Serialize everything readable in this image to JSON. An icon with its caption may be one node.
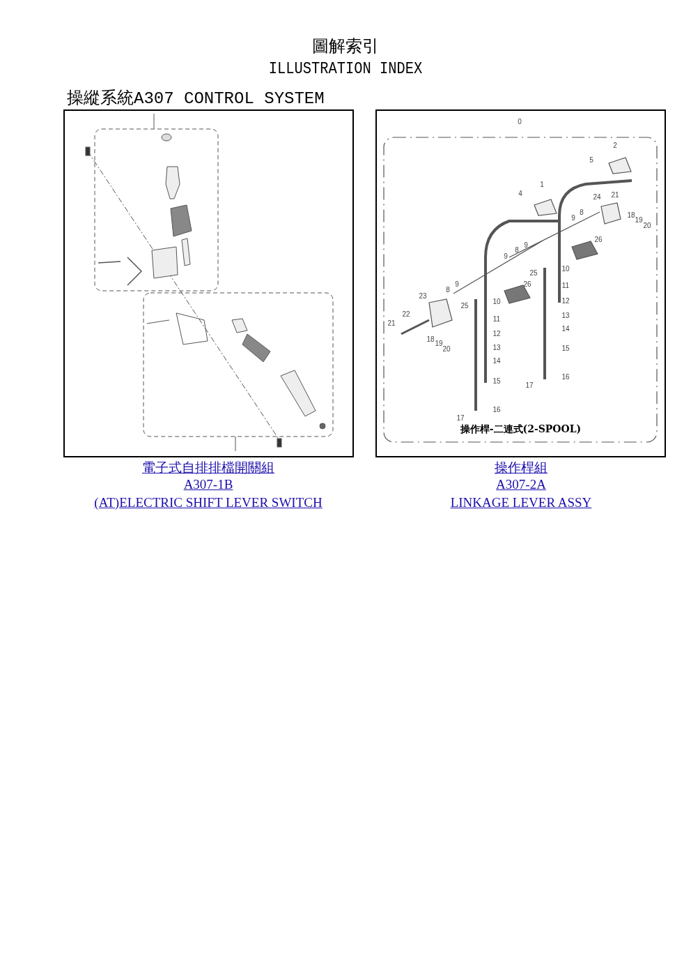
{
  "diagram": {
    "title": "圖解索引",
    "labels": [
      "ILLUSTRATION INDEX",
      "操縱系統A307 CONTROL SYSTEM",
      "0",
      "2",
      "5",
      "1",
      "4",
      "24",
      "21",
      "18",
      "19",
      "20",
      "8",
      "9",
      "26",
      "9",
      "8",
      "9",
      "10",
      "25",
      "26",
      "9",
      "11",
      "8",
      "23",
      "12",
      "10",
      "25",
      "22",
      "11",
      "13",
      "21",
      "14",
      "12",
      "18",
      "19",
      "20",
      "13",
      "15",
      "14",
      "16",
      "15",
      "17",
      "16",
      "17",
      "操作桿-二連式(2-SPOOL)",
      "電子式自排排檔開關組",
      "A307-1B",
      "(AT)ELECTRIC SHIFT LEVER SWITCH",
      "操作桿組",
      "A307-2A",
      "LINKAGE LEVER ASSY"
    ]
  }
}
